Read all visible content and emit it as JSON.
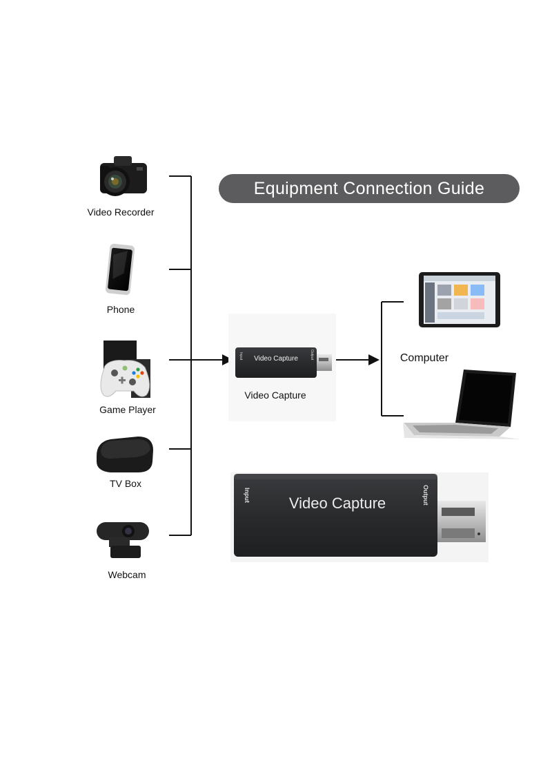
{
  "banner": {
    "title": "Equipment Connection Guide"
  },
  "sources": [
    {
      "label": "Video Recorder",
      "icon": "camera-icon"
    },
    {
      "label": "Phone",
      "icon": "phone-icon"
    },
    {
      "label": "Game Player",
      "icon": "game-controller-icon"
    },
    {
      "label": "TV Box",
      "icon": "tv-box-icon"
    },
    {
      "label": "Webcam",
      "icon": "webcam-icon"
    }
  ],
  "capture": {
    "caption": "Video Capture",
    "device_text": "Video Capture",
    "input_text": "Input",
    "output_text": "Output"
  },
  "target": {
    "label": "Computer",
    "icons": [
      "tablet-icon",
      "laptop-icon"
    ]
  },
  "colors": {
    "banner_bg": "#5c5c5e",
    "device_body": "#2b2c2e",
    "lines": "#111111"
  }
}
